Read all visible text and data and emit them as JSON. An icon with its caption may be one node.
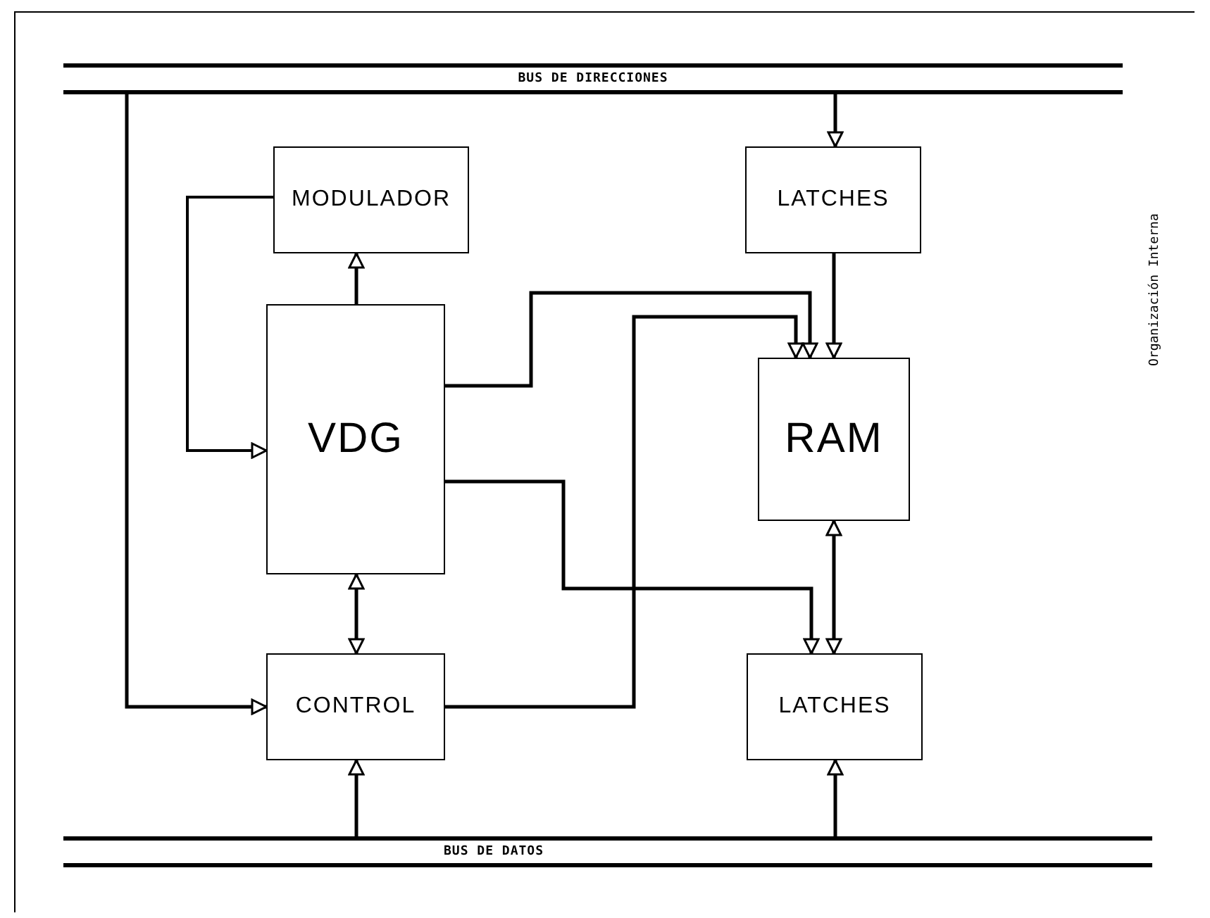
{
  "diagram": {
    "nodes": [
      {
        "text": [
          "BUS DE DIRECCIONES"
        ]
      },
      {
        "text": [
          "MODULADOR"
        ]
      },
      {
        "text": [
          "LATCHES"
        ]
      },
      {
        "text": [
          "VDG"
        ]
      },
      {
        "text": [
          "RAM"
        ]
      },
      {
        "text": [
          "CONTROL"
        ]
      },
      {
        "text": [
          "LATCHES"
        ]
      },
      {
        "text": [
          "BUS DE DATOS"
        ]
      }
    ],
    "edges": [
      {
        "from": 0,
        "to": 2,
        "arrow": "to"
      },
      {
        "from": 2,
        "to": 4,
        "arrow": "to"
      },
      {
        "from": 0,
        "to": 5,
        "arrow": "to"
      },
      {
        "from": 1,
        "to": 3,
        "arrow": "to"
      },
      {
        "from": 3,
        "to": 1,
        "arrow": "to"
      },
      {
        "from": 3,
        "to": 5,
        "arrow": "both"
      },
      {
        "from": 7,
        "to": 5,
        "arrow": "to"
      },
      {
        "from": 3,
        "to": 4,
        "arrow": "to"
      },
      {
        "from": 5,
        "to": 4,
        "arrow": "to"
      },
      {
        "from": 4,
        "to": 6,
        "arrow": "both"
      },
      {
        "from": 3,
        "to": 6,
        "arrow": "to"
      },
      {
        "from": 7,
        "to": 6,
        "arrow": "to"
      }
    ],
    "labels": [
      "Organización Interna"
    ]
  }
}
